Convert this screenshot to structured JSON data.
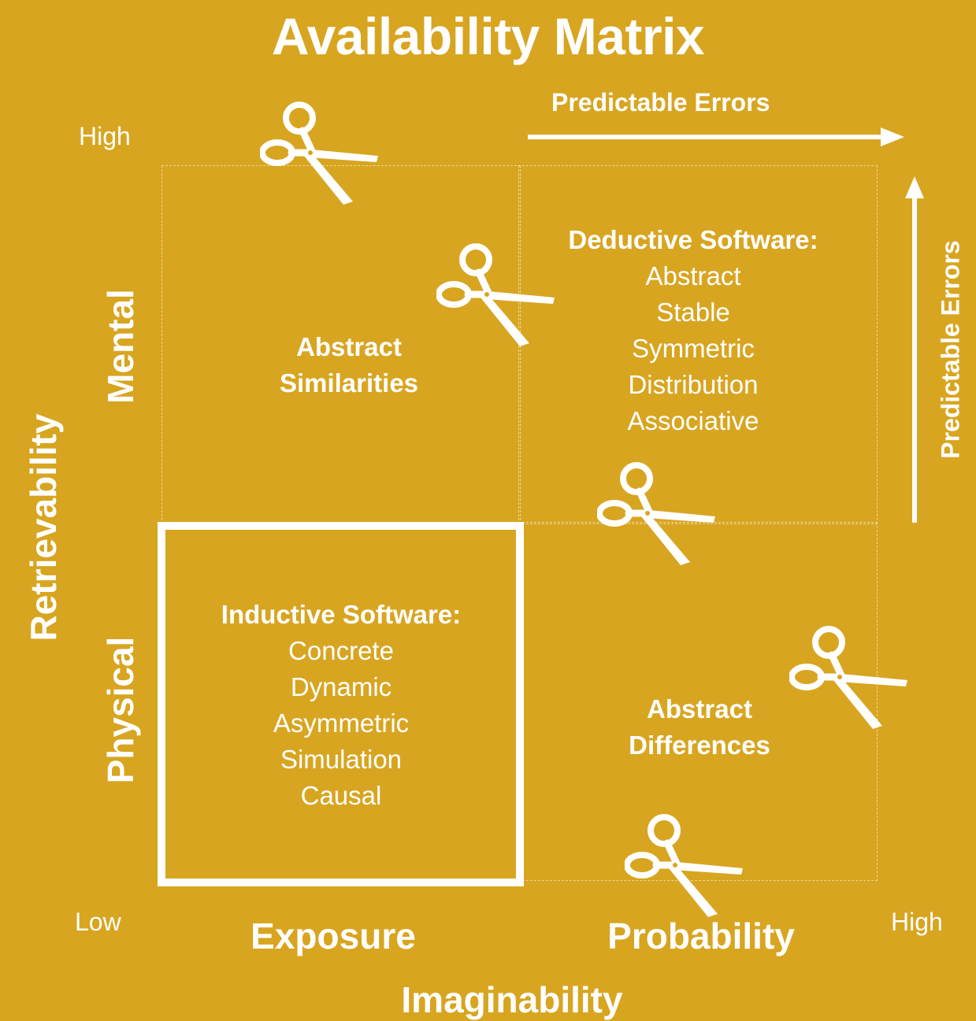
{
  "title": "Availability Matrix",
  "top_arrow_label": "Predictable Errors",
  "right_arrow_label": "Predictable Errors",
  "y_axis": {
    "title": "Retrievability",
    "high": "High",
    "upper_label": "Mental",
    "lower_label": "Physical"
  },
  "x_axis": {
    "title": "Imaginability",
    "low": "Low",
    "high": "High",
    "left_label": "Exposure",
    "right_label": "Probability"
  },
  "quadrants": {
    "top_left": {
      "lines": [
        "Abstract",
        "Similarities"
      ]
    },
    "top_right": {
      "heading": "Deductive Software:",
      "items": [
        "Abstract",
        "Stable",
        "Symmetric",
        "Distribution",
        "Associative"
      ]
    },
    "bottom_left": {
      "heading": "Inductive Software:",
      "items": [
        "Concrete",
        "Dynamic",
        "Asymmetric",
        "Simulation",
        "Causal"
      ]
    },
    "bottom_right": {
      "lines": [
        "Abstract",
        "Differences"
      ]
    }
  },
  "icons": [
    "scissors-icon"
  ],
  "colors": {
    "background": "#D8A520",
    "foreground": "#FFFFFF"
  }
}
